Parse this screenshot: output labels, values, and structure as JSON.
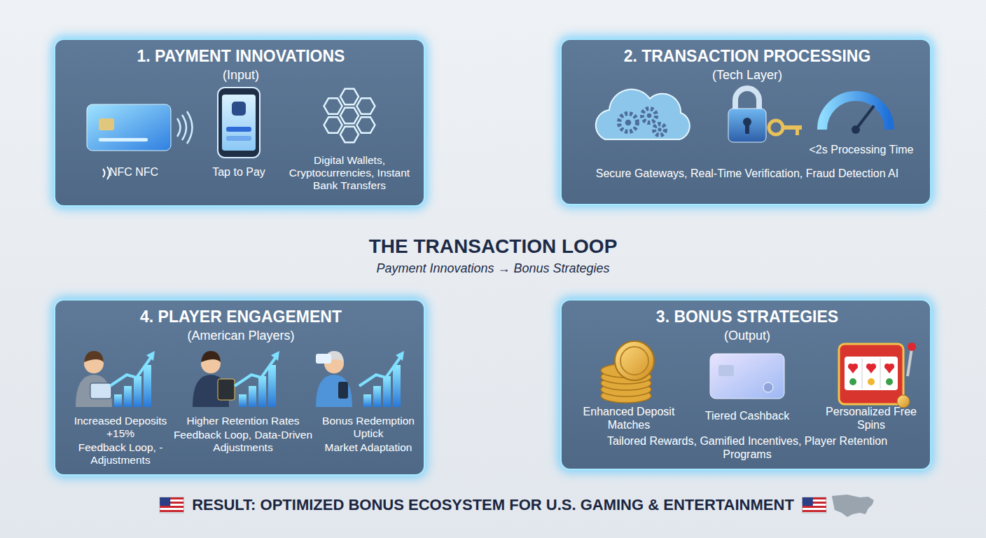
{
  "diagram": {
    "title": "THE TRANSACTION LOOP",
    "caption": "Payment Innovations → Bonus Strategies",
    "nodes": [
      {
        "text": [
          "1. PAYMENT INNOVATIONS",
          "(Input)",
          "NFC NFC",
          "Tap to Pay",
          "Digital Wallets, Cryptocurrencies, Instant Bank Transfers"
        ]
      },
      {
        "text": [
          "2. TRANSACTION PROCESSING",
          "(Tech Layer)",
          "<2s Processing Time",
          "Secure Gateways, Real-Time Verification, Fraud Detection AI"
        ]
      },
      {
        "text": [
          "4. PLAYER ENGAGEMENT",
          "(American Players)",
          "Increased Deposits +15%",
          "Feedback Loop, - Adjustments",
          "Higher Retention Rates",
          "Feedback Loop, Data-Driven Adjustments",
          "Bonus Redemption Uptick",
          "Market Adaptation"
        ]
      },
      {
        "text": [
          "3. BONUS STRATEGIES",
          "(Output)",
          "Enhanced Deposit Matches",
          "Tiered Cashback",
          "Personalized Free Spins",
          "Tailored Rewards, Gamified Incentives, Player Retention Programs"
        ]
      }
    ],
    "edges": [
      {
        "from": 0,
        "to": 1,
        "arrow": "to"
      },
      {
        "from": 1,
        "to": 3,
        "arrow": "to"
      },
      {
        "from": 2,
        "to": 0,
        "arrow": "to"
      },
      {
        "from": 2,
        "to": 3,
        "arrow": "to"
      }
    ],
    "labels": [
      "RESULT: OPTIMIZED BONUS ECOSYSTEM FOR U.S. GAMING & ENTERTAINMENT"
    ]
  }
}
